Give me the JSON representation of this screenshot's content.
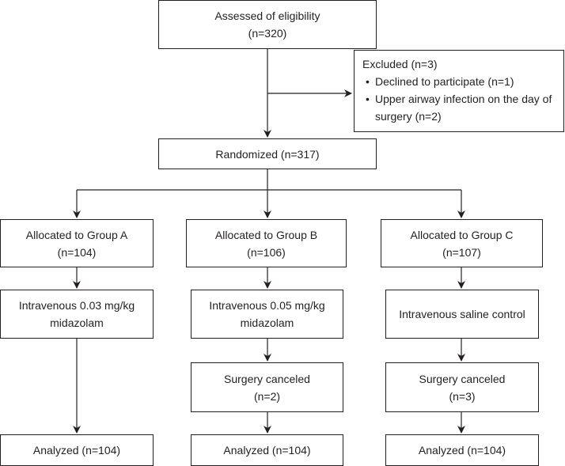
{
  "assessed": {
    "line1": "Assessed of eligibility",
    "line2": "(n=320)"
  },
  "excluded": {
    "title": "Excluded (n=3)",
    "reasons": [
      "Declined to participate (n=1)",
      "Upper airway infection on the day of surgery (n=2)"
    ]
  },
  "randomized": {
    "label": "Randomized (n=317)"
  },
  "groups": [
    {
      "alloc1": "Allocated to Group A",
      "alloc2": "(n=104)",
      "interv1": "Intravenous 0.03 mg/kg",
      "interv2": "midazolam",
      "analyzed": "Analyzed (n=104)"
    },
    {
      "alloc1": "Allocated to Group B",
      "alloc2": "(n=106)",
      "interv1": "Intravenous 0.05 mg/kg",
      "interv2": "midazolam",
      "cancel1": "Surgery canceled",
      "cancel2": "(n=2)",
      "analyzed": "Analyzed (n=104)"
    },
    {
      "alloc1": "Allocated to Group C",
      "alloc2": "(n=107)",
      "interv1": "Intravenous saline control",
      "cancel1": "Surgery canceled",
      "cancel2": "(n=3)",
      "analyzed": "Analyzed (n=104)"
    }
  ]
}
